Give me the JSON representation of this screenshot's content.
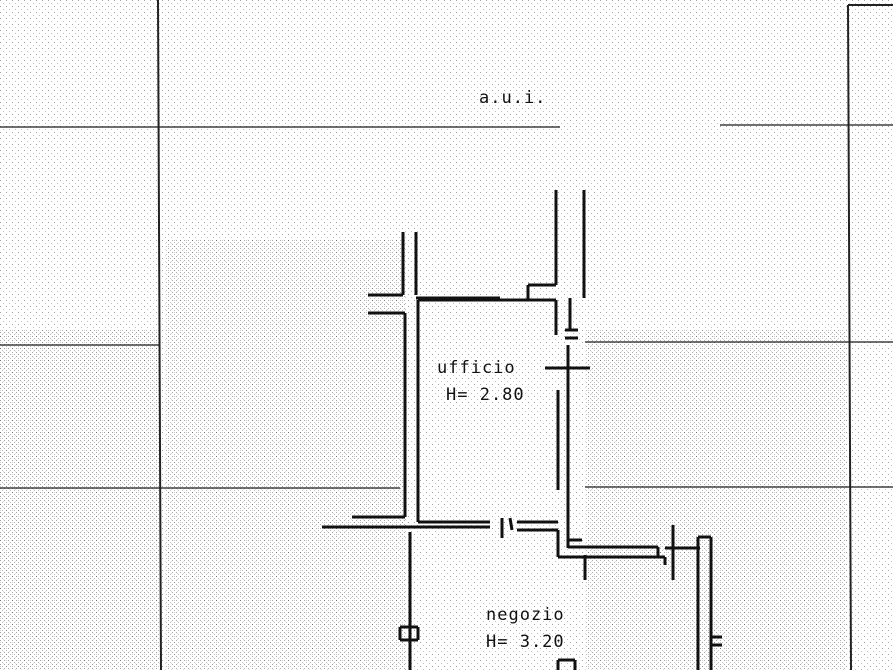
{
  "labels": {
    "aui": "a.u.i.",
    "ufficio_name": "ufficio",
    "ufficio_height": "H= 2.80",
    "negozio_name": "negozio",
    "negozio_height": "H= 3.20"
  }
}
